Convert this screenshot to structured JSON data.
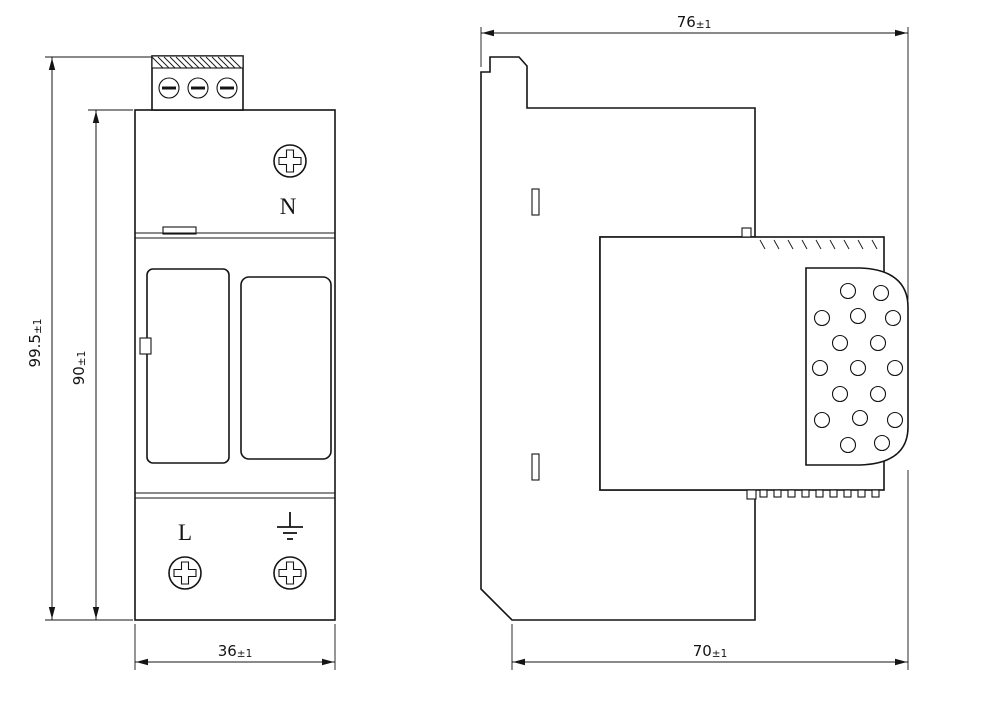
{
  "front_view": {
    "label_neutral": "N",
    "label_line": "L",
    "dim_overall_height": {
      "value": "99.5",
      "tol": "±1"
    },
    "dim_body_height": {
      "value": "90",
      "tol": "±1"
    },
    "dim_width": {
      "value": "36",
      "tol": "±1"
    }
  },
  "side_view": {
    "dim_top_depth": {
      "value": "76",
      "tol": "±1"
    },
    "dim_bottom_depth": {
      "value": "70",
      "tol": "±1"
    }
  }
}
